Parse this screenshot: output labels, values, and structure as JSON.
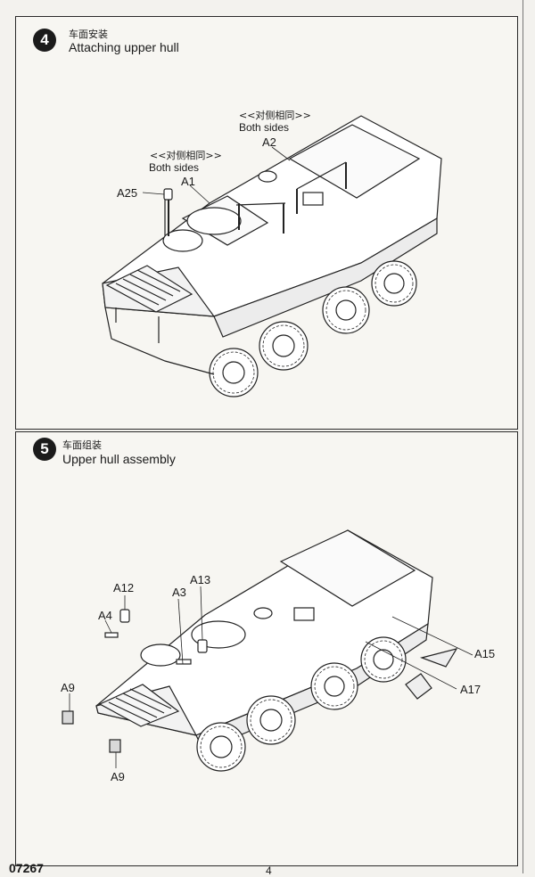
{
  "steps": [
    {
      "number": "4",
      "title_cn": "车面安装",
      "title_en": "Attaching upper hull",
      "callouts": {
        "a1": "A1",
        "a2": "A2",
        "a25": "A25",
        "note1_cn": "<<对侧相同>>",
        "note1_en": "Both sides",
        "note2_cn": "<<对侧相同>>",
        "note2_en": "Both sides"
      }
    },
    {
      "number": "5",
      "title_cn": "车面组装",
      "title_en": "Upper hull assembly",
      "callouts": {
        "a12": "A12",
        "a13": "A13",
        "a4": "A4",
        "a3": "A3",
        "a9_top": "A9",
        "a9_bottom": "A9",
        "a15": "A15",
        "a17": "A17"
      }
    }
  ],
  "footer": {
    "code": "07267",
    "page": "4"
  }
}
